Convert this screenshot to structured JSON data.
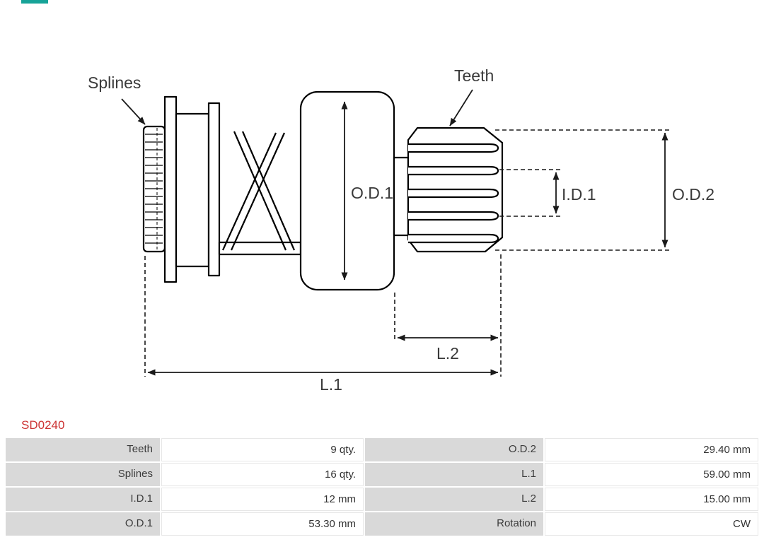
{
  "part_number": "SD0240",
  "diagram": {
    "labels": {
      "splines": "Splines",
      "teeth": "Teeth",
      "od1": "O.D.1",
      "id1": "I.D.1",
      "od2": "O.D.2",
      "l1": "L.1",
      "l2": "L.2"
    }
  },
  "table": {
    "rows": [
      {
        "c0": "Teeth",
        "c1": "9 qty.",
        "c2": "O.D.2",
        "c3": "29.40 mm"
      },
      {
        "c0": "Splines",
        "c1": "16 qty.",
        "c2": "L.1",
        "c3": "59.00 mm"
      },
      {
        "c0": "I.D.1",
        "c1": "12 mm",
        "c2": "L.2",
        "c3": "15.00 mm"
      },
      {
        "c0": "O.D.1",
        "c1": "53.30 mm",
        "c2": "Rotation",
        "c3": "CW"
      }
    ]
  },
  "colors": {
    "part_number_text": "#cc3333",
    "table_label_bg": "#d9d9d9",
    "drawing_stroke": "#000000",
    "dimension_stroke": "#1a1a1a",
    "logo_fragment": "#17a398"
  }
}
